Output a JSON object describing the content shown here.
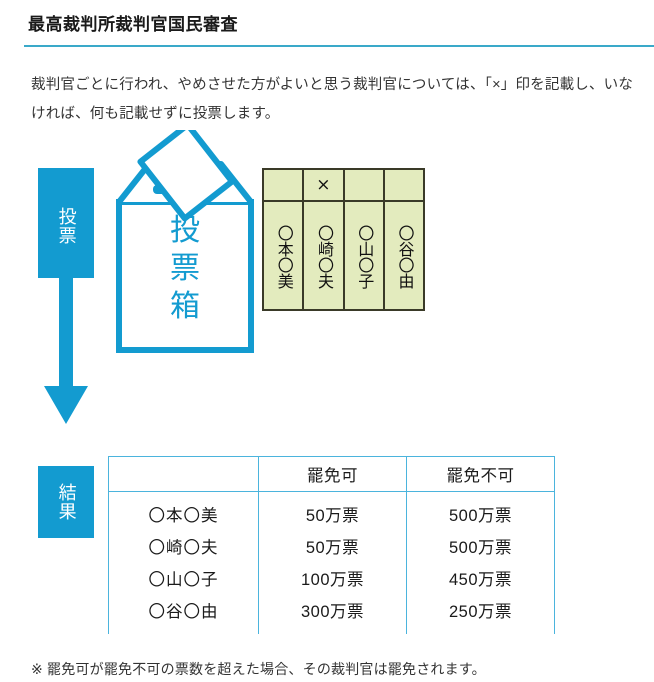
{
  "header": {
    "title": "最高裁判所裁判官国民審査",
    "rule_color": "#3aa9c9"
  },
  "intro": {
    "text": "裁判官ごとに行われ、やめさせた方がよいと思う裁判官については、「×」印を記載し、いなければ、何も記載せずに投票します。"
  },
  "diagram": {
    "accent_color": "#139bd0",
    "ballot_paper_color": "#e3ebbe",
    "stages": [
      {
        "id": "vote",
        "label": "投票"
      },
      {
        "id": "result",
        "label": "結果"
      }
    ],
    "ballot_box": {
      "label": "投票箱",
      "icon": "ballot-box-icon"
    },
    "ballot_paper": {
      "mark": "×",
      "columns": [
        {
          "name": "〇谷〇由",
          "mark": ""
        },
        {
          "name": "〇山〇子",
          "mark": ""
        },
        {
          "name": "〇崎〇夫",
          "mark": "×"
        },
        {
          "name": "〇本〇美",
          "mark": ""
        }
      ]
    }
  },
  "results": {
    "headers": [
      "",
      "罷免可",
      "罷免不可"
    ],
    "rows": [
      {
        "name": "〇本〇美",
        "yes": "50万票",
        "no": "500万票"
      },
      {
        "name": "〇崎〇夫",
        "yes": "50万票",
        "no": "500万票"
      },
      {
        "name": "〇山〇子",
        "yes": "100万票",
        "no": "450万票"
      },
      {
        "name": "〇谷〇由",
        "yes": "300万票",
        "no": "250万票"
      }
    ]
  },
  "footnote": {
    "text": "※ 罷免可が罷免不可の票数を超えた場合、その裁判官は罷免されます。"
  }
}
